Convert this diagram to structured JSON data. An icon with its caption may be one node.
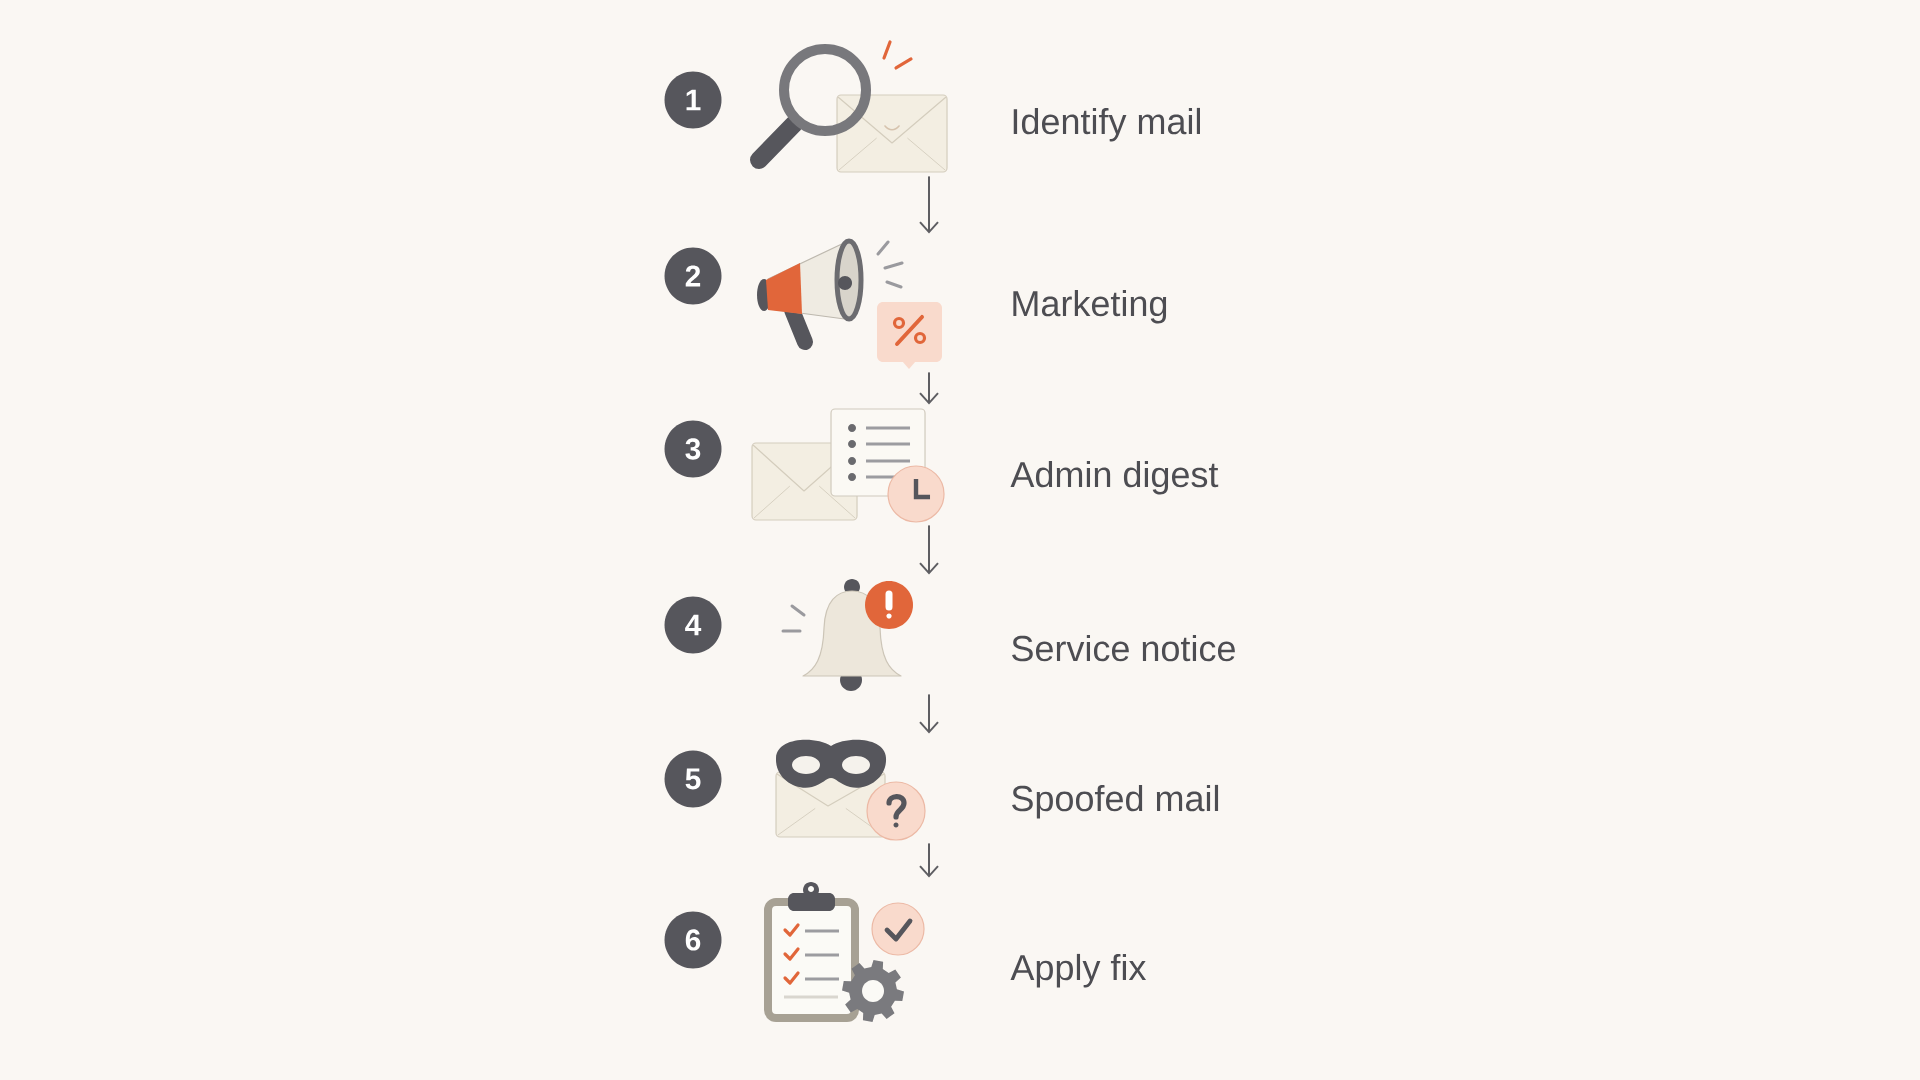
{
  "diagram": {
    "nodes": [
      {
        "text": [
          "1"
        ]
      },
      {
        "text": [],
        "shape": "picture",
        "beside": [
          "Identify mail"
        ]
      },
      {
        "text": [
          "2"
        ]
      },
      {
        "text": [],
        "shape": "picture",
        "beside": [
          "Marketing"
        ]
      },
      {
        "text": [
          "3"
        ]
      },
      {
        "text": [],
        "shape": "picture",
        "beside": [
          "Admin digest"
        ]
      },
      {
        "text": [
          "4"
        ]
      },
      {
        "text": [],
        "shape": "picture",
        "beside": [
          "Service notice"
        ]
      },
      {
        "text": [
          "5"
        ]
      },
      {
        "text": [],
        "shape": "picture",
        "beside": [
          "Spoofed mail"
        ]
      },
      {
        "text": [
          "6"
        ]
      },
      {
        "text": [],
        "shape": "picture",
        "beside": [
          "Apply fix"
        ]
      }
    ],
    "edges": [
      {
        "from": 1,
        "to": 3,
        "arrow": "to"
      },
      {
        "from": 3,
        "to": 5,
        "arrow": "to"
      },
      {
        "from": 5,
        "to": 7,
        "arrow": "to"
      },
      {
        "from": 7,
        "to": 9,
        "arrow": "to"
      },
      {
        "from": 9,
        "to": 11,
        "arrow": "to"
      }
    ]
  }
}
